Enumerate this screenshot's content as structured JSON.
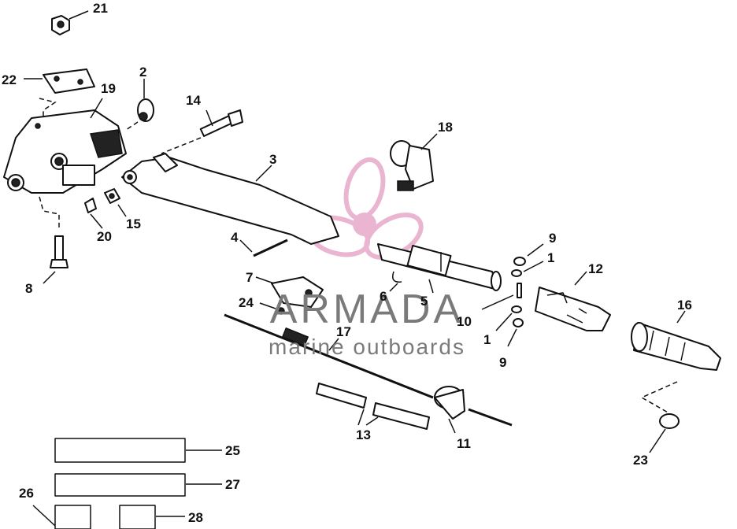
{
  "watermark": {
    "brand": "ARMADA",
    "tagline": "marine outboards",
    "logo_color": "#e7a9c9",
    "text_color": "#7a7a7a"
  },
  "callouts": {
    "p1a": "1",
    "p1b": "1",
    "p2": "2",
    "p3": "3",
    "p4": "4",
    "p5": "5",
    "p6": "6",
    "p7": "7",
    "p8": "8",
    "p9a": "9",
    "p9b": "9",
    "p10": "10",
    "p11": "11",
    "p12": "12",
    "p13": "13",
    "p14": "14",
    "p15": "15",
    "p16": "16",
    "p17": "17",
    "p18": "18",
    "p19": "19",
    "p20": "20",
    "p21": "21",
    "p22": "22",
    "p23": "23",
    "p24": "24",
    "p25": "25",
    "p26": "26",
    "p27": "27",
    "p28": "28"
  }
}
